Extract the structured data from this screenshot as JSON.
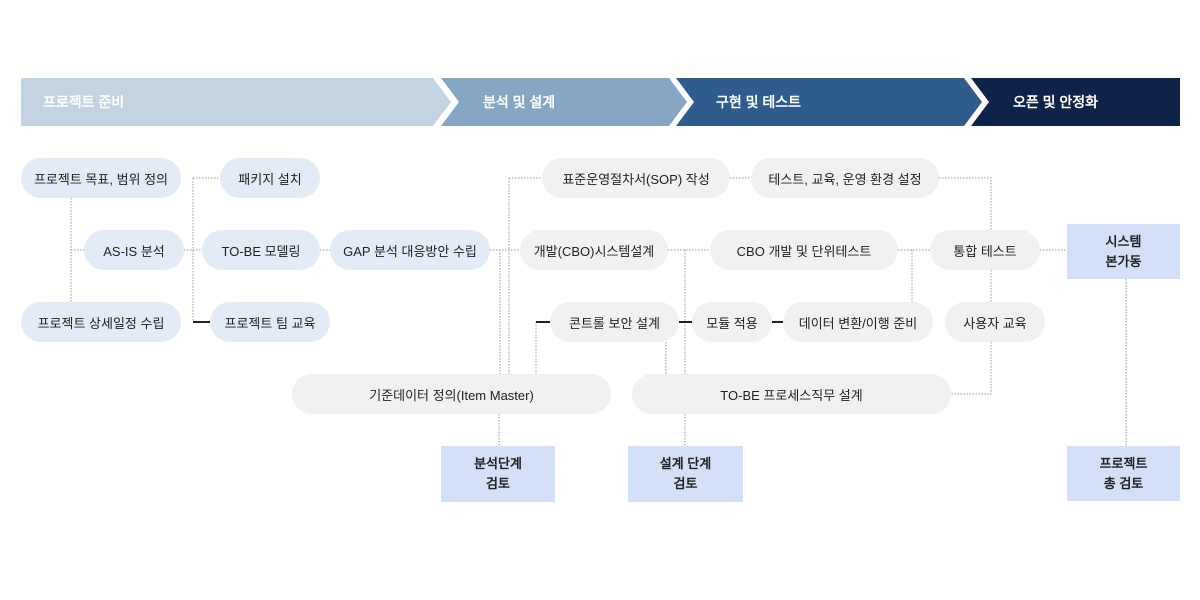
{
  "stages": [
    {
      "label": "프로젝트 준비",
      "color": "#c3d3e2"
    },
    {
      "label": "분석 및 설계",
      "color": "#86a7c4"
    },
    {
      "label": "구현 및 테스트",
      "color": "#2f5c8c"
    },
    {
      "label": "오픈 및 안정화",
      "color": "#0e2347"
    }
  ],
  "tasks": {
    "scope_def": "프로젝트 목표, 범위 정의",
    "as_is": "AS-IS 분석",
    "schedule": "프로젝트 상세일정 수립",
    "package_install": "패키지 설치",
    "to_be_modeling": "TO-BE 모델링",
    "team_training": "프로젝트 팀 교육",
    "gap_analysis": "GAP 분석 대응방안 수립",
    "sop": "표준운영절차서(SOP) 작성",
    "env_setup": "테스트, 교육, 운영 환경 설정",
    "cbo_design": "개발(CBO)시스템설계",
    "cbo_dev": "CBO 개발 및 단위테스트",
    "integration_test": "통합 테스트",
    "control_security": "콘트롤 보안 설계",
    "module_apply": "모듈 적용",
    "data_migration": "데이터 변환/이행 준비",
    "user_training": "사용자 교육",
    "item_master": "기준데이터 정의(Item Master)",
    "to_be_process": "TO-BE 프로세스직무 설계"
  },
  "milestones": {
    "go_live_l1": "시스템",
    "go_live_l2": "본가동",
    "analysis_review_l1": "분석단계",
    "analysis_review_l2": "검토",
    "design_review_l1": "설계 단계",
    "design_review_l2": "검토",
    "final_review_l1": "프로젝트",
    "final_review_l2": "총 검토"
  },
  "colors": {
    "pill_blue": "#e3ecf6",
    "pill_gray": "#f1f1f1",
    "milestone": "#d3e0f8",
    "connector": "#888888"
  }
}
